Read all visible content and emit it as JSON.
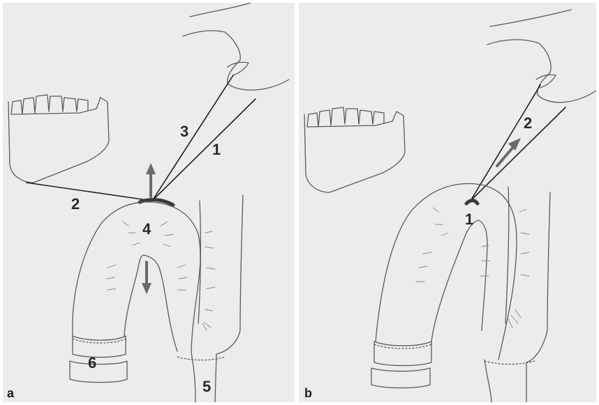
{
  "panel_a": {
    "corner_letter": "a",
    "labels": {
      "l1": "1",
      "l2": "2",
      "l3": "3",
      "l4": "4",
      "l5": "5",
      "l6": "6"
    }
  },
  "panel_b": {
    "corner_letter": "b",
    "labels": {
      "l1": "1",
      "l2": "2"
    }
  },
  "colors": {
    "panel_bg": "#ececea",
    "line": "#5a5a5a",
    "arrow": "#6a6a6a"
  }
}
